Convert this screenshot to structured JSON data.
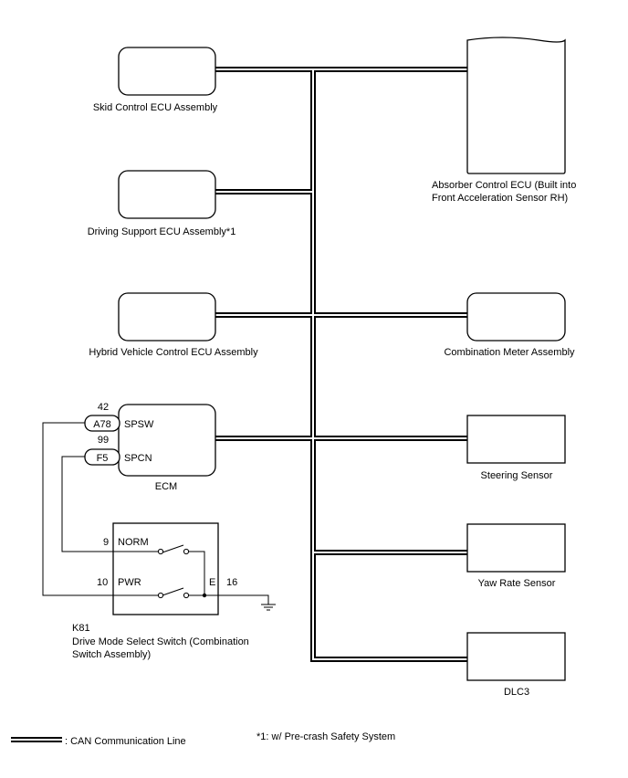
{
  "ecus": {
    "skid": "Skid Control ECU Assembly",
    "driving_support": "Driving Support ECU Assembly*1",
    "hybrid": "Hybrid Vehicle Control ECU Assembly",
    "ecm": "ECM",
    "absorber_line1": "Absorber Control ECU (Built into",
    "absorber_line2": "Front Acceleration Sensor RH)",
    "combination_meter": "Combination Meter Assembly",
    "steering_sensor": "Steering Sensor",
    "yaw_rate_sensor": "Yaw Rate Sensor",
    "dlc3": "DLC3"
  },
  "ecm_pins": {
    "pin1_number": "42",
    "pin1_connector": "A78",
    "pin1_name": "SPSW",
    "pin2_number": "99",
    "pin2_connector": "F5",
    "pin2_name": "SPCN"
  },
  "switch": {
    "code": "K81",
    "title_line1": "Drive Mode Select Switch (Combination",
    "title_line2": "Switch Assembly)",
    "norm_pin": "9",
    "norm_label": "NORM",
    "pwr_pin": "10",
    "pwr_label": "PWR",
    "e_label": "E",
    "e_pin": "16"
  },
  "legend": {
    "can_label": ": CAN Communication Line",
    "footnote": "*1: w/ Pre-crash Safety System"
  }
}
